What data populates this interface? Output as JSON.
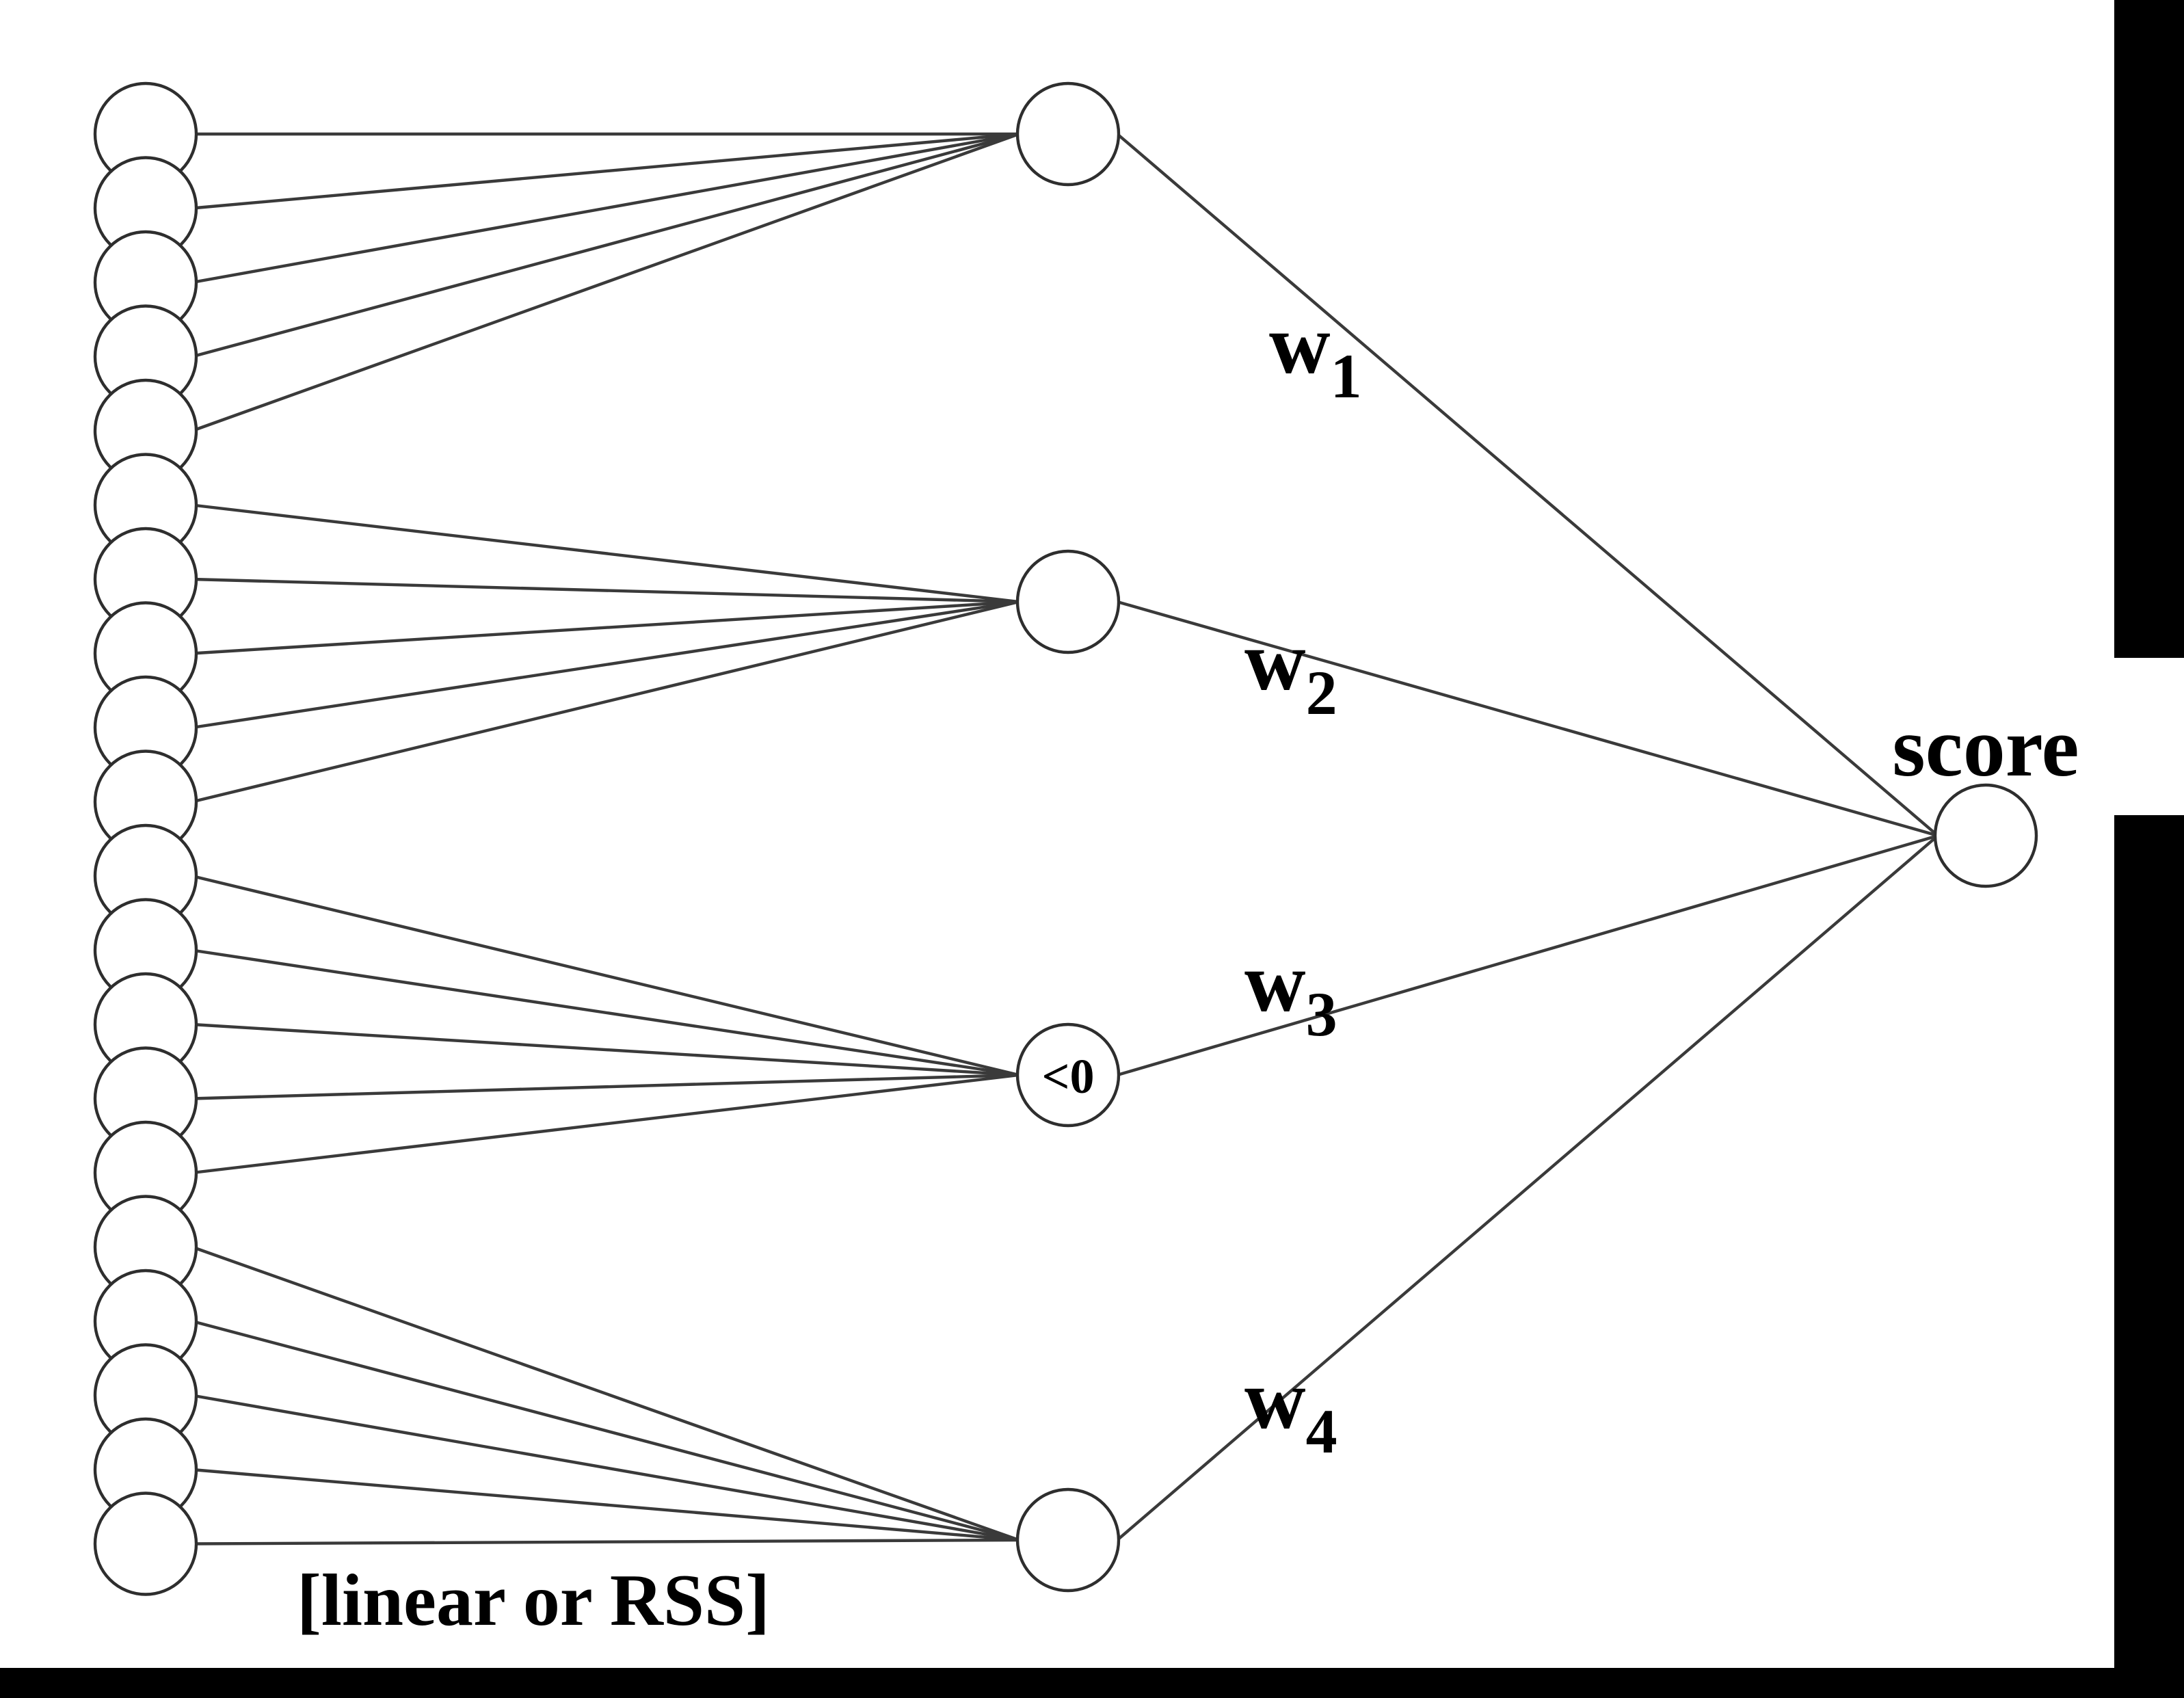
{
  "diagram": {
    "input_layer": {
      "node_count": 20
    },
    "hidden_layer": {
      "nodes": [
        {
          "label": "",
          "inputs": 5
        },
        {
          "label": "",
          "inputs": 5
        },
        {
          "label": "<0",
          "inputs": 5
        },
        {
          "label": "",
          "inputs": 5
        }
      ]
    },
    "weights": [
      {
        "base": "w",
        "sub": "1"
      },
      {
        "base": "w",
        "sub": "2"
      },
      {
        "base": "w",
        "sub": "3"
      },
      {
        "base": "w",
        "sub": "4"
      }
    ],
    "output": {
      "label": "score"
    },
    "caption": "[linear or RSS]"
  }
}
